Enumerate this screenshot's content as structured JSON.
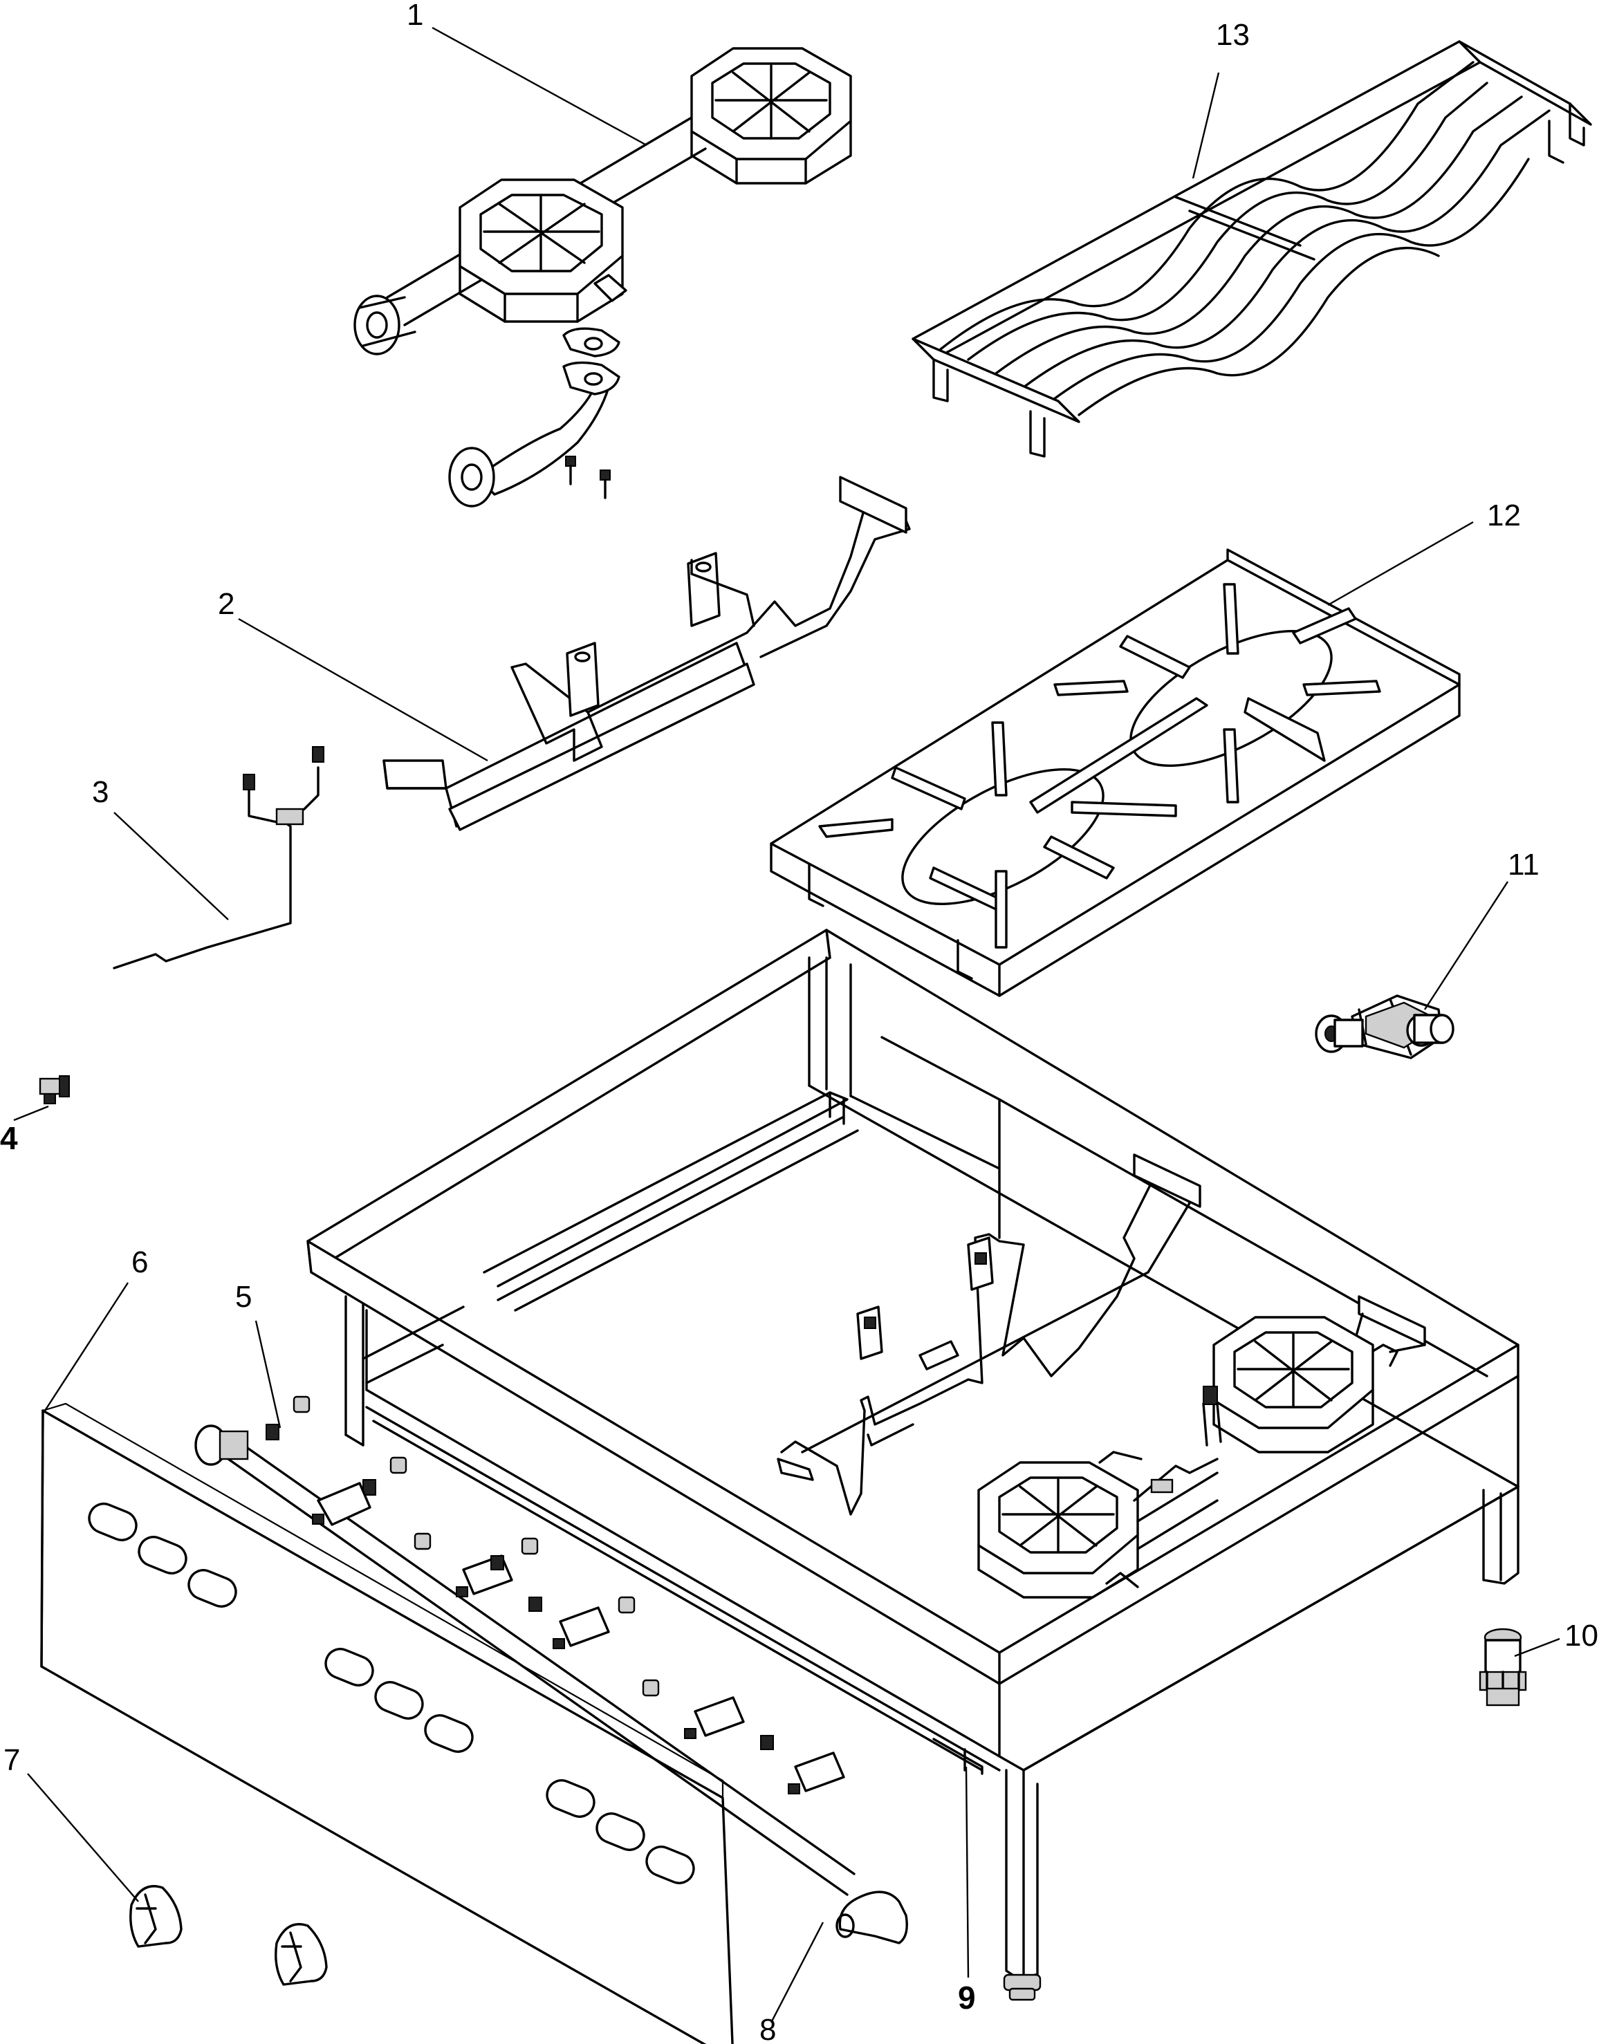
{
  "callouts": [
    {
      "id": "1",
      "text": "1",
      "bold": false
    },
    {
      "id": "2",
      "text": "2",
      "bold": false
    },
    {
      "id": "3",
      "text": "3",
      "bold": false
    },
    {
      "id": "4",
      "text": "4",
      "bold": true
    },
    {
      "id": "5",
      "text": "5",
      "bold": false
    },
    {
      "id": "6",
      "text": "6",
      "bold": false
    },
    {
      "id": "7",
      "text": "7",
      "bold": false
    },
    {
      "id": "8",
      "text": "8",
      "bold": false
    },
    {
      "id": "9",
      "text": "9",
      "bold": true
    },
    {
      "id": "10",
      "text": "10",
      "bold": false
    },
    {
      "id": "11",
      "text": "11",
      "bold": false
    },
    {
      "id": "12",
      "text": "12",
      "bold": false
    },
    {
      "id": "13",
      "text": "13",
      "bold": false
    }
  ],
  "colors": {
    "line": "#000000",
    "background": "#ffffff",
    "shade": "#cfcfcf"
  }
}
